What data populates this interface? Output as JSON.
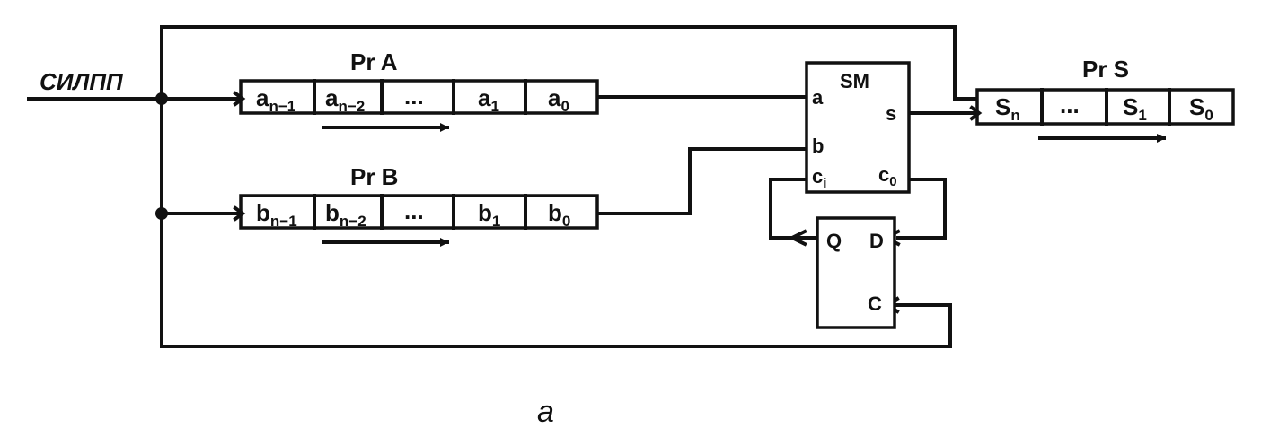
{
  "signal": {
    "clock_label": "СИЛПП"
  },
  "registers": {
    "pr_a": {
      "title": "Pr A",
      "cells": [
        {
          "base": "a",
          "sub": "n−1"
        },
        {
          "base": "a",
          "sub": "n−2"
        },
        {
          "base": "...",
          "sub": ""
        },
        {
          "base": "a",
          "sub": "1"
        },
        {
          "base": "a",
          "sub": "0"
        }
      ]
    },
    "pr_b": {
      "title": "Pr B",
      "cells": [
        {
          "base": "b",
          "sub": "n−1"
        },
        {
          "base": "b",
          "sub": "n−2"
        },
        {
          "base": "...",
          "sub": ""
        },
        {
          "base": "b",
          "sub": "1"
        },
        {
          "base": "b",
          "sub": "0"
        }
      ]
    },
    "pr_s": {
      "title": "Pr S",
      "cells": [
        {
          "base": "S",
          "sub": "n"
        },
        {
          "base": "...",
          "sub": ""
        },
        {
          "base": "S",
          "sub": "1"
        },
        {
          "base": "S",
          "sub": "0"
        }
      ]
    }
  },
  "adder": {
    "title": "SM",
    "pin_a": "a",
    "pin_b": "b",
    "pin_ci": {
      "base": "c",
      "sub": "i"
    },
    "pin_s": "s",
    "pin_c0": {
      "base": "c",
      "sub": "0"
    }
  },
  "flipflop": {
    "pin_q": "Q",
    "pin_d": "D",
    "pin_c": "C"
  },
  "caption": "a"
}
